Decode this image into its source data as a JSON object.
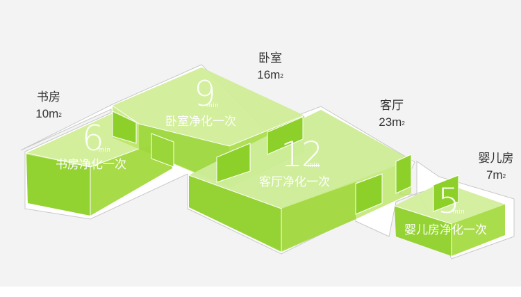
{
  "rooms": [
    {
      "id": "study",
      "name": "书房",
      "area": "10m",
      "area_unit_exp": "2",
      "minutes": "6",
      "minutes_unit": "min",
      "purify_text": "书房净化一次"
    },
    {
      "id": "bedroom",
      "name": "卧室",
      "area": "16m",
      "area_unit_exp": "2",
      "minutes": "9",
      "minutes_unit": "min",
      "purify_text": "卧室净化一次"
    },
    {
      "id": "living",
      "name": "客厅",
      "area": "23m",
      "area_unit_exp": "2",
      "minutes": "12",
      "minutes_unit": "min",
      "purify_text": "客厅净化一次"
    },
    {
      "id": "nursery",
      "name": "婴儿房",
      "area": "7m",
      "area_unit_exp": "2",
      "minutes": "5",
      "minutes_unit": "min",
      "purify_text": "婴儿房净化一次"
    }
  ],
  "colors": {
    "room_fill": "#a9dc43",
    "room_side": "#8cc82e",
    "wall": "#ffffff",
    "wall_stroke": "#c8c8c8",
    "background": "#f3f3f3"
  }
}
